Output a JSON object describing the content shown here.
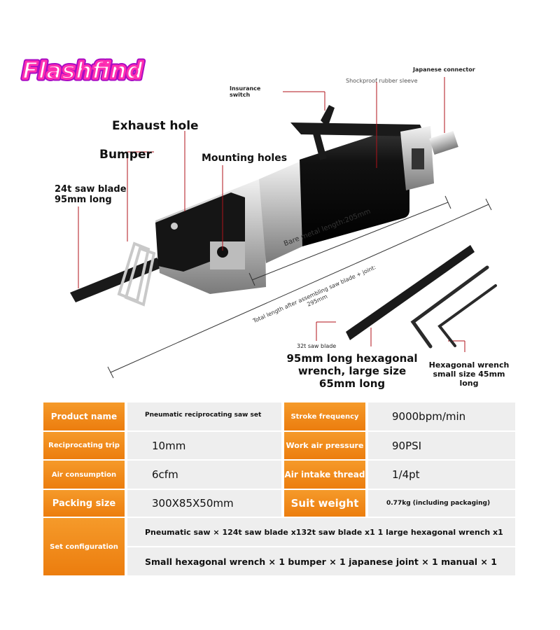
{
  "brand": {
    "logo_text": "Flashfind",
    "colors": {
      "pink": "#ff1fa8",
      "purple": "#a90cc4"
    }
  },
  "callouts": {
    "insurance_switch": [
      "Insurance",
      "switch"
    ],
    "shockproof_sleeve": "Shockproof rubber sleeve",
    "japanese_connector": "Japanese connector",
    "exhaust_hole": "Exhaust hole",
    "bumper": "Bumper",
    "mounting_holes": "Mounting holes",
    "saw_blade_24t": [
      "24t saw blade",
      "95mm long"
    ],
    "bare_metal_length": "Bare metal length:205mm",
    "total_length": [
      "Total length after assembling saw blade + joint:",
      "295mm"
    ],
    "saw_blade_32t": "32t saw blade",
    "large_wrench": [
      "95mm long hexagonal",
      "wrench, large size",
      "65mm long"
    ],
    "small_wrench": [
      "Hexagonal wrench",
      "small size 45mm",
      "long"
    ]
  },
  "specs": {
    "colors": {
      "header": "#ef8a1c",
      "cell": "#eeeeee"
    },
    "rows": [
      {
        "label": "Product name",
        "value": "Pneumatic reciprocating saw set",
        "label2": "Stroke frequency",
        "value2": "9000bpm/min"
      },
      {
        "label": "Reciprocating trip",
        "value": "10mm",
        "label2": "Work air pressure",
        "value2": "90PSI"
      },
      {
        "label": "Air consumption",
        "value": "6cfm",
        "label2": "Air intake thread",
        "value2": "1/4pt"
      },
      {
        "label": "Packing size",
        "value": "300X85X50mm",
        "label2": "Suit weight",
        "value2": "0.77kg (including packaging)"
      }
    ],
    "set_configuration": {
      "label": "Set configuration",
      "lines": [
        "Pneumatic saw × 124t saw blade x132t saw blade x1 1 large hexagonal wrench x1",
        "Small hexagonal wrench × 1 bumper × 1 japanese joint × 1 manual × 1"
      ]
    }
  }
}
